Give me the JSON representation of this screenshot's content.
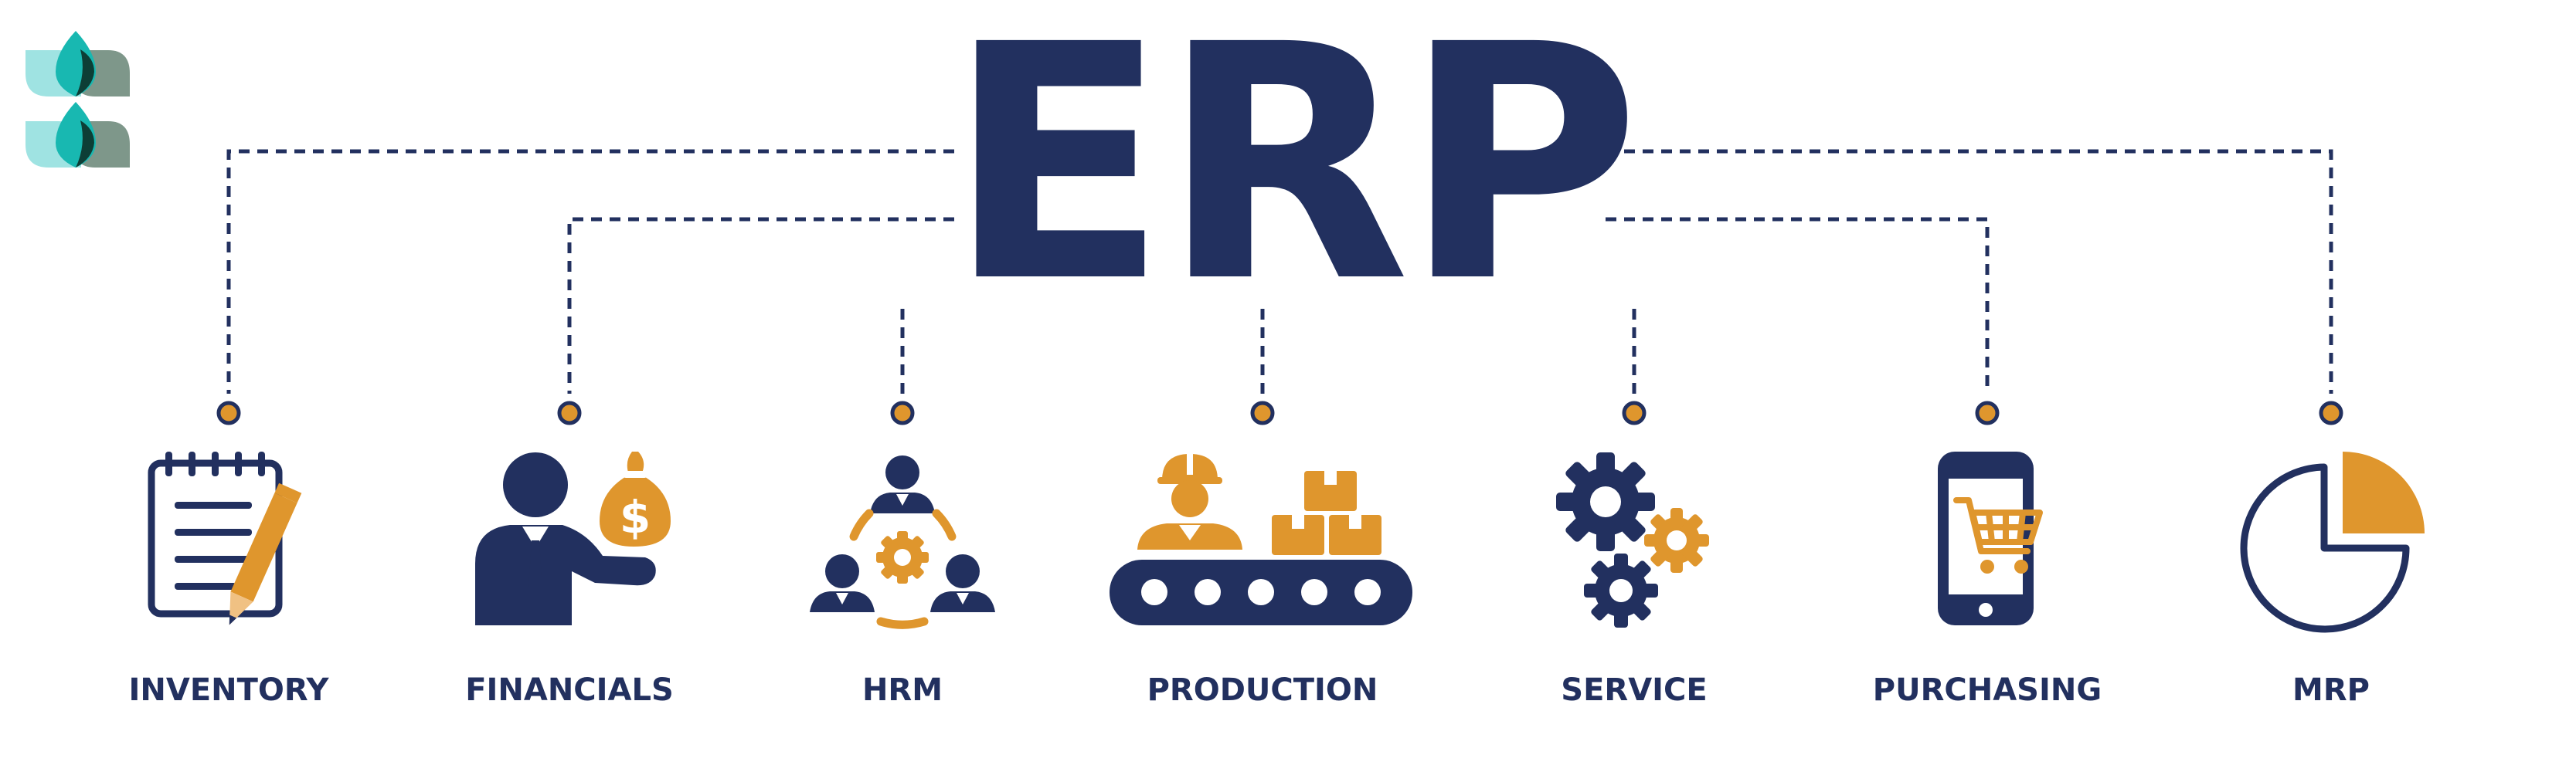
{
  "title": "ERP",
  "colors": {
    "navy": "#22305f",
    "orange": "#df962d",
    "background": "#ffffff",
    "logo_teal_light": "#9fe3e2",
    "logo_teal": "#18b8b1",
    "logo_grey": "#7e978a",
    "logo_dark": "#0d3e36"
  },
  "logo": {
    "icon": "leaf-logo-icon"
  },
  "modules": [
    {
      "label": "INVENTORY",
      "icon": "notepad-pencil-icon"
    },
    {
      "label": "FINANCIALS",
      "icon": "businessman-money-bag-icon"
    },
    {
      "label": "HRM",
      "icon": "people-gear-cycle-icon"
    },
    {
      "label": "PRODUCTION",
      "icon": "worker-conveyor-boxes-icon"
    },
    {
      "label": "SERVICE",
      "icon": "gears-icon"
    },
    {
      "label": "PURCHASING",
      "icon": "phone-cart-icon"
    },
    {
      "label": "MRP",
      "icon": "pie-chart-icon"
    }
  ]
}
